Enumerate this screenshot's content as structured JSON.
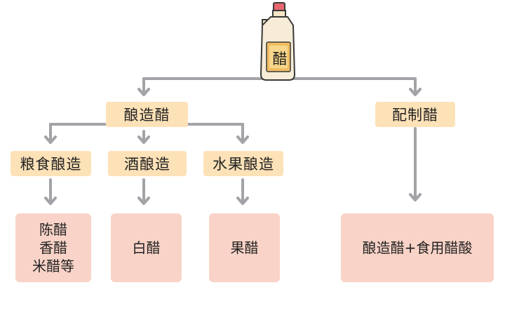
{
  "bottle": {
    "label": "醋"
  },
  "categories": {
    "brewed": "酿造醋",
    "blended": "配制醋",
    "grain": "粮食酿造",
    "wine": "酒酿造",
    "fruit": "水果酿造"
  },
  "products": {
    "grain": "陈醋\n香醋\n米醋等",
    "wine": "白醋",
    "fruit": "果醋",
    "blended": "酿造醋+食用醋酸"
  },
  "colors": {
    "connector": "#a3a3a7",
    "category_fill": "#fde2b8",
    "product_fill": "#f9d3c7"
  }
}
